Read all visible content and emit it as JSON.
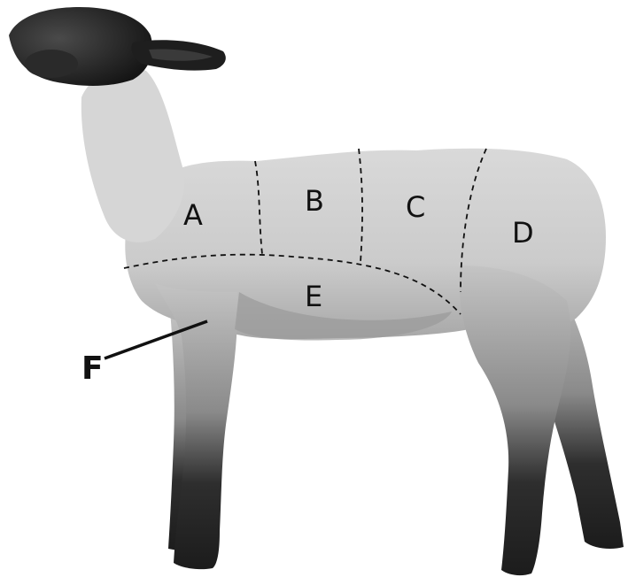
{
  "diagram": {
    "cut_labels": {
      "a": "A",
      "b": "B",
      "c": "C",
      "d": "D",
      "e": "E",
      "f": "F"
    }
  },
  "colors": {
    "wool": "#cfcfcf",
    "wool_light": "#dcdcdc",
    "wool_shadow": "#9c9c9c",
    "dark_face_legs": "#222222",
    "guide_lines": "#111111",
    "label_text": "#111111"
  }
}
